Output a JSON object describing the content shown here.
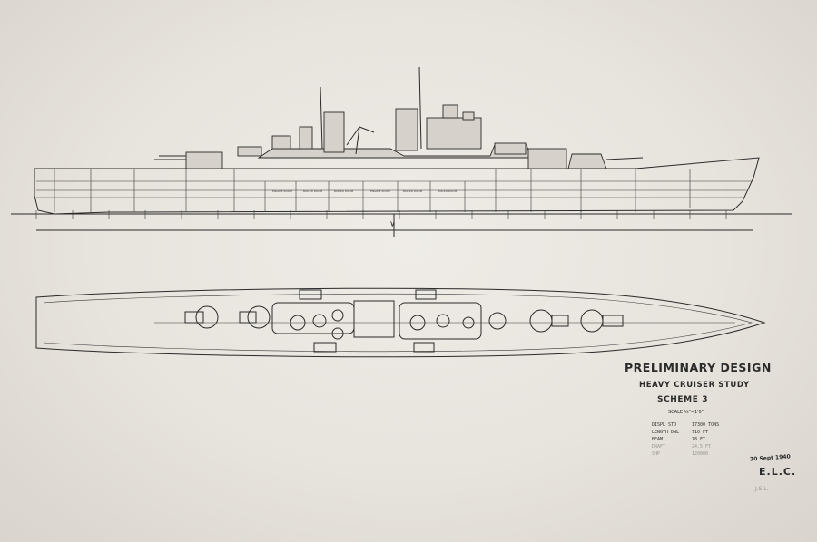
{
  "title_block": {
    "heading": "PRELIMINARY DESIGN",
    "subtitle": "HEAVY CRUISER STUDY",
    "scheme": "SCHEME 3",
    "scale": "SCALE ⅛\"=1'0\""
  },
  "specifications": [
    {
      "label": "DISPL STD",
      "value": "17300 TONS",
      "faint": false
    },
    {
      "label": "LENGTH DWL",
      "value": "710 FT",
      "faint": false
    },
    {
      "label": "BEAM",
      "value": "78 FT",
      "faint": false
    },
    {
      "label": "DRAFT",
      "value": "24.5 FT",
      "faint": true
    },
    {
      "label": "SHP",
      "value": "120000",
      "faint": true
    }
  ],
  "approval": {
    "date": "20 Sept 1940",
    "initials": "E.L.C.",
    "note": "J.S.L."
  },
  "profile_rooms": [
    "ENGINE ROOM",
    "BOILER ROOM",
    "BOILER ROOM",
    "ENGINE ROOM",
    "BOILER ROOM",
    "BOILER ROOM"
  ],
  "midship_mark": "⊻",
  "colors": {
    "paper": "#e7e3dd",
    "ink": "#2a2a2a"
  }
}
